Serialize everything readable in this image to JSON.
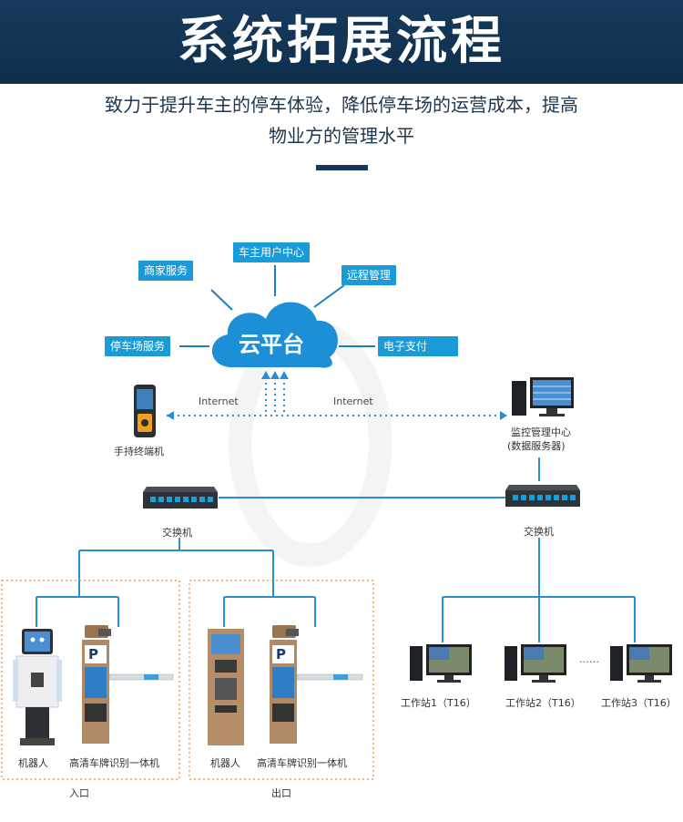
{
  "header": {
    "title": "系统拓展流程"
  },
  "intro": {
    "line1": "致力于提升车主的停车体验，降低停车场的运营成本，提高",
    "line2": "物业方的管理水平"
  },
  "cloud": {
    "label": "云平台",
    "services": {
      "merchant": "商家服务",
      "owner_center": "车主用户中心",
      "remote": "远程管理",
      "parking": "停车场服务",
      "payment": "电子支付"
    }
  },
  "network": {
    "internet_left": "Internet",
    "internet_right": "Internet",
    "handheld": "手持终端机",
    "monitor_center": "监控管理中心",
    "data_server": "(数据服务器)",
    "switch_left": "交换机",
    "switch_right": "交换机"
  },
  "entrance": {
    "robot": "机器人",
    "lpr": "高清车牌识别一体机",
    "caption": "入口"
  },
  "exit": {
    "robot": "机器人",
    "lpr": "高清车牌识别一体机",
    "caption": "出口"
  },
  "workstations": {
    "ws1": "工作站1（T16）",
    "ws2": "工作站2（T16）",
    "ws3": "工作站3（T16）",
    "dots": "……"
  },
  "colors": {
    "banner": "#14395c",
    "accent": "#1a9ad6",
    "line": "#2a8fd0",
    "dashed_box": "#f0a050"
  }
}
